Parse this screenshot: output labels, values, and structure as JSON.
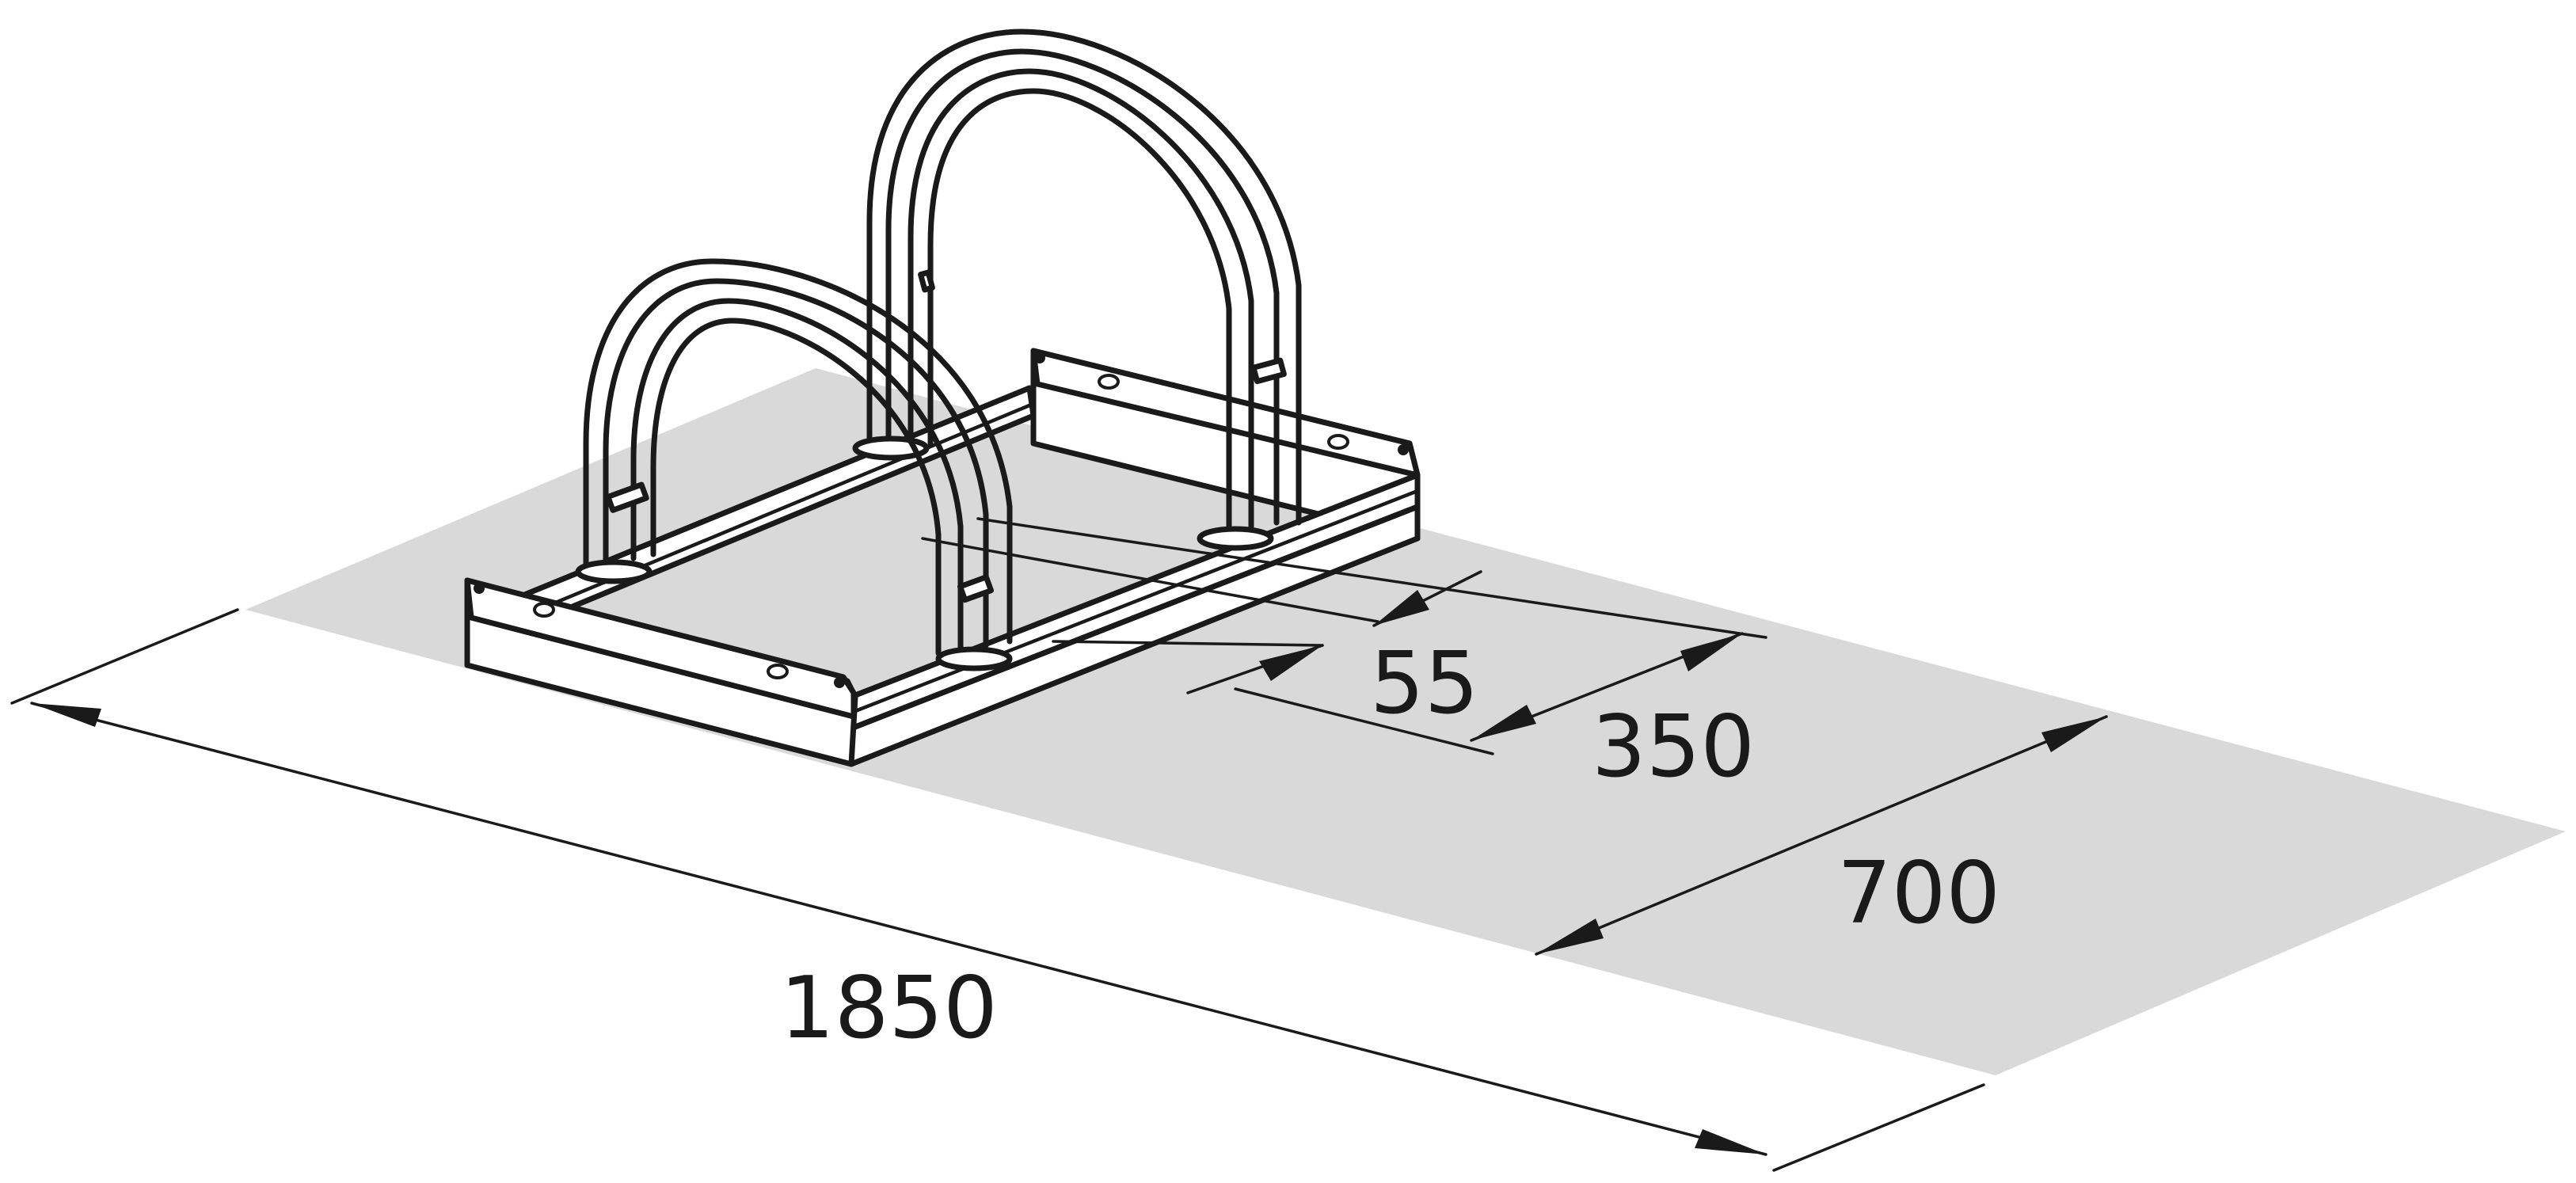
{
  "colors": {
    "floor": "#d9d9d9",
    "lines": "#1a1a1a",
    "background": "#ffffff"
  },
  "dimensions": {
    "length": "1850",
    "width": "700",
    "spacing": "350",
    "tube": "55"
  }
}
